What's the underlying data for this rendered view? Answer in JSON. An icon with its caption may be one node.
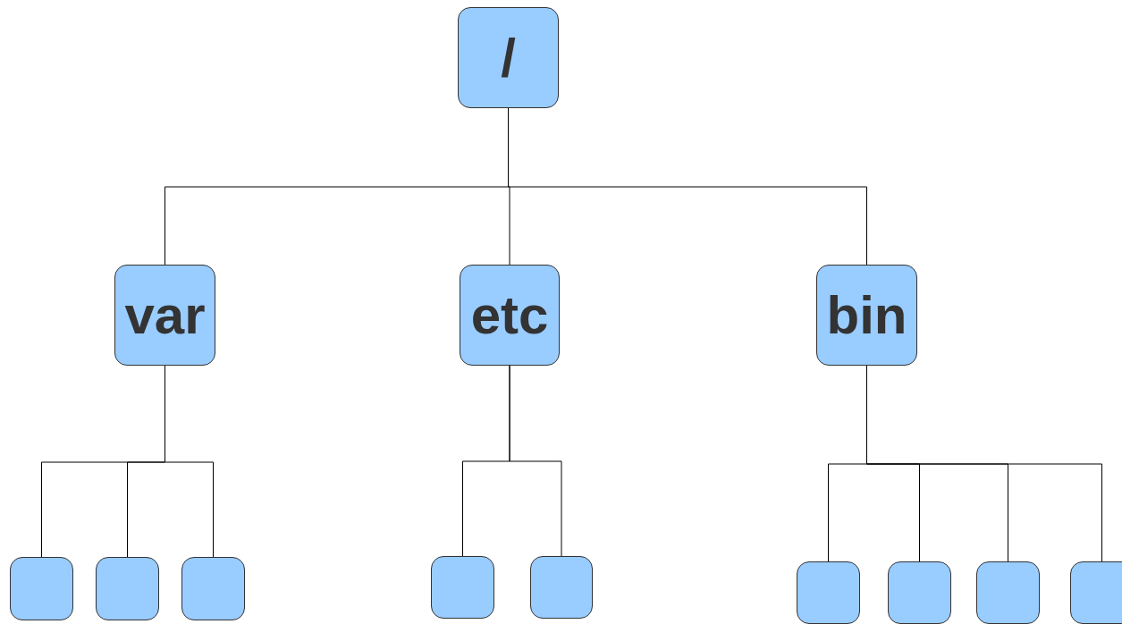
{
  "diagram": {
    "nodes": [
      {
        "text": [
          "/"
        ]
      },
      {
        "text": [
          "var"
        ]
      },
      {
        "text": [
          "etc"
        ]
      },
      {
        "text": [
          "bin"
        ]
      },
      {
        "text": [],
        "shape": "box"
      },
      {
        "text": [],
        "shape": "box"
      },
      {
        "text": [],
        "shape": "box"
      },
      {
        "text": [],
        "shape": "box"
      },
      {
        "text": [],
        "shape": "box"
      },
      {
        "text": [],
        "shape": "box"
      },
      {
        "text": [],
        "shape": "box"
      },
      {
        "text": [],
        "shape": "box"
      },
      {
        "text": [],
        "shape": "box"
      }
    ],
    "edges": [
      {
        "from": 0,
        "to": 1,
        "arrow": "none"
      },
      {
        "from": 0,
        "to": 2,
        "arrow": "none"
      },
      {
        "from": 0,
        "to": 3,
        "arrow": "none"
      },
      {
        "from": 1,
        "to": 4,
        "arrow": "none"
      },
      {
        "from": 1,
        "to": 5,
        "arrow": "none"
      },
      {
        "from": 1,
        "to": 6,
        "arrow": "none"
      },
      {
        "from": 2,
        "to": 7,
        "arrow": "none"
      },
      {
        "from": 2,
        "to": 8,
        "arrow": "none"
      },
      {
        "from": 3,
        "to": 9,
        "arrow": "none"
      },
      {
        "from": 3,
        "to": 10,
        "arrow": "none"
      },
      {
        "from": 3,
        "to": 11,
        "arrow": "none"
      },
      {
        "from": 3,
        "to": 12,
        "arrow": "none"
      }
    ]
  }
}
